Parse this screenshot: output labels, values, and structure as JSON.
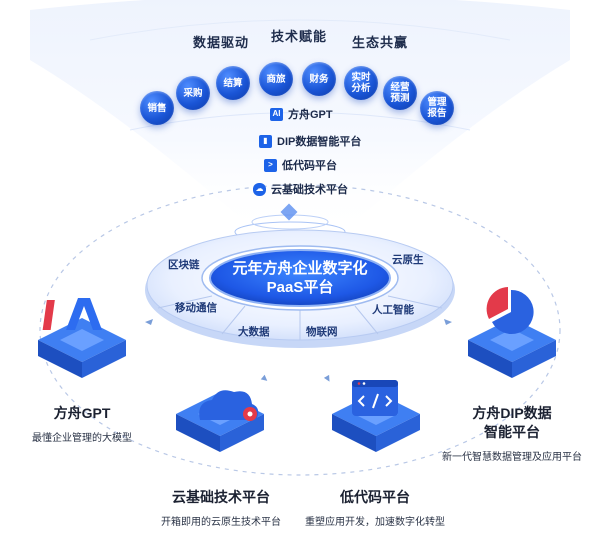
{
  "top_labels": [
    "数据驱动",
    "技术赋能",
    "生态共赢"
  ],
  "apps": [
    {
      "name": "销售"
    },
    {
      "name": "采购"
    },
    {
      "name": "结算"
    },
    {
      "name": "商旅"
    },
    {
      "name": "财务"
    },
    {
      "name": "实时分析"
    },
    {
      "name": "经营预测"
    },
    {
      "name": "管理报告"
    }
  ],
  "layers": [
    {
      "label": "方舟GPT",
      "icon": "ai-icon"
    },
    {
      "label": "DIP数据智能平台",
      "icon": "chart-icon"
    },
    {
      "label": "低代码平台",
      "icon": "code-icon"
    },
    {
      "label": "云基础技术平台",
      "icon": "cloud-icon"
    }
  ],
  "center": {
    "title_line1": "元年方舟企业数字化",
    "title_line2": "PaaS平台",
    "ring_labels": [
      "区块链",
      "云原生",
      "移动通信",
      "人工智能",
      "大数据",
      "物联网"
    ]
  },
  "products": [
    {
      "name": "方舟GPT",
      "desc": "最懂企业管理的大模型"
    },
    {
      "name": "云基础技术平台",
      "desc": "开箱即用的云原生技术平台"
    },
    {
      "name": "低代码平台",
      "desc": "重塑应用开发，加速数字化转型"
    },
    {
      "name_line1": "方舟DIP数据",
      "name_line2": "智能平台",
      "desc": "新一代智慧数据管理及应用平台"
    }
  ],
  "colors": {
    "primary": "#1a5be0",
    "dark_blue": "#0d3aa8",
    "light_blue": "#e8f0ff",
    "text": "#1b2131"
  }
}
